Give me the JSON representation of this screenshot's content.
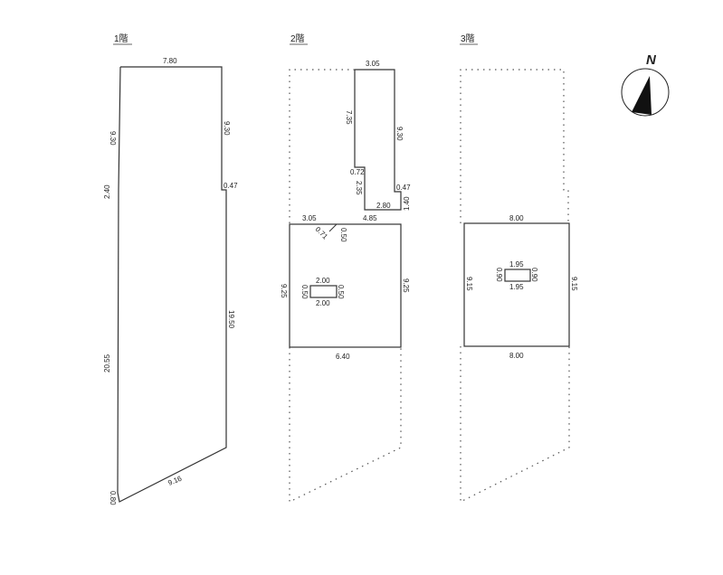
{
  "floors": [
    {
      "title": "1階",
      "dims": {
        "top": "7.80",
        "left_upper": "9.30",
        "right_upper": "9.30",
        "step": "0.47",
        "left_mid": "2.40",
        "left_lower": "20.55",
        "right_lower": "19.50",
        "bottom": "9.16",
        "corner": "0.80"
      }
    },
    {
      "title": "2階",
      "dims": {
        "top": "3.05",
        "wing_left": "7.35",
        "wing_right": "9.30",
        "wing_step_left": "0.72",
        "wing_step_right": "0.47",
        "wing_lower_left": "2.35",
        "wing_lower_right": "1.40",
        "wing_bottom": "2.80",
        "box_top_left": "3.05",
        "box_top_right": "4.85",
        "diag": "0.71",
        "notch": "0.50",
        "box_left": "9.25",
        "box_right": "9.25",
        "box_bottom": "6.40",
        "void_top": "2.00",
        "void_bottom": "2.00",
        "void_left": "0.50",
        "void_right": "0.50"
      }
    },
    {
      "title": "3階",
      "dims": {
        "box_top": "8.00",
        "box_bottom": "8.00",
        "box_left": "9.15",
        "box_right": "9.15",
        "void_top": "1.95",
        "void_bottom": "1.95",
        "void_left": "0.90",
        "void_right": "0.90"
      }
    }
  ],
  "compass": {
    "label": "N"
  }
}
